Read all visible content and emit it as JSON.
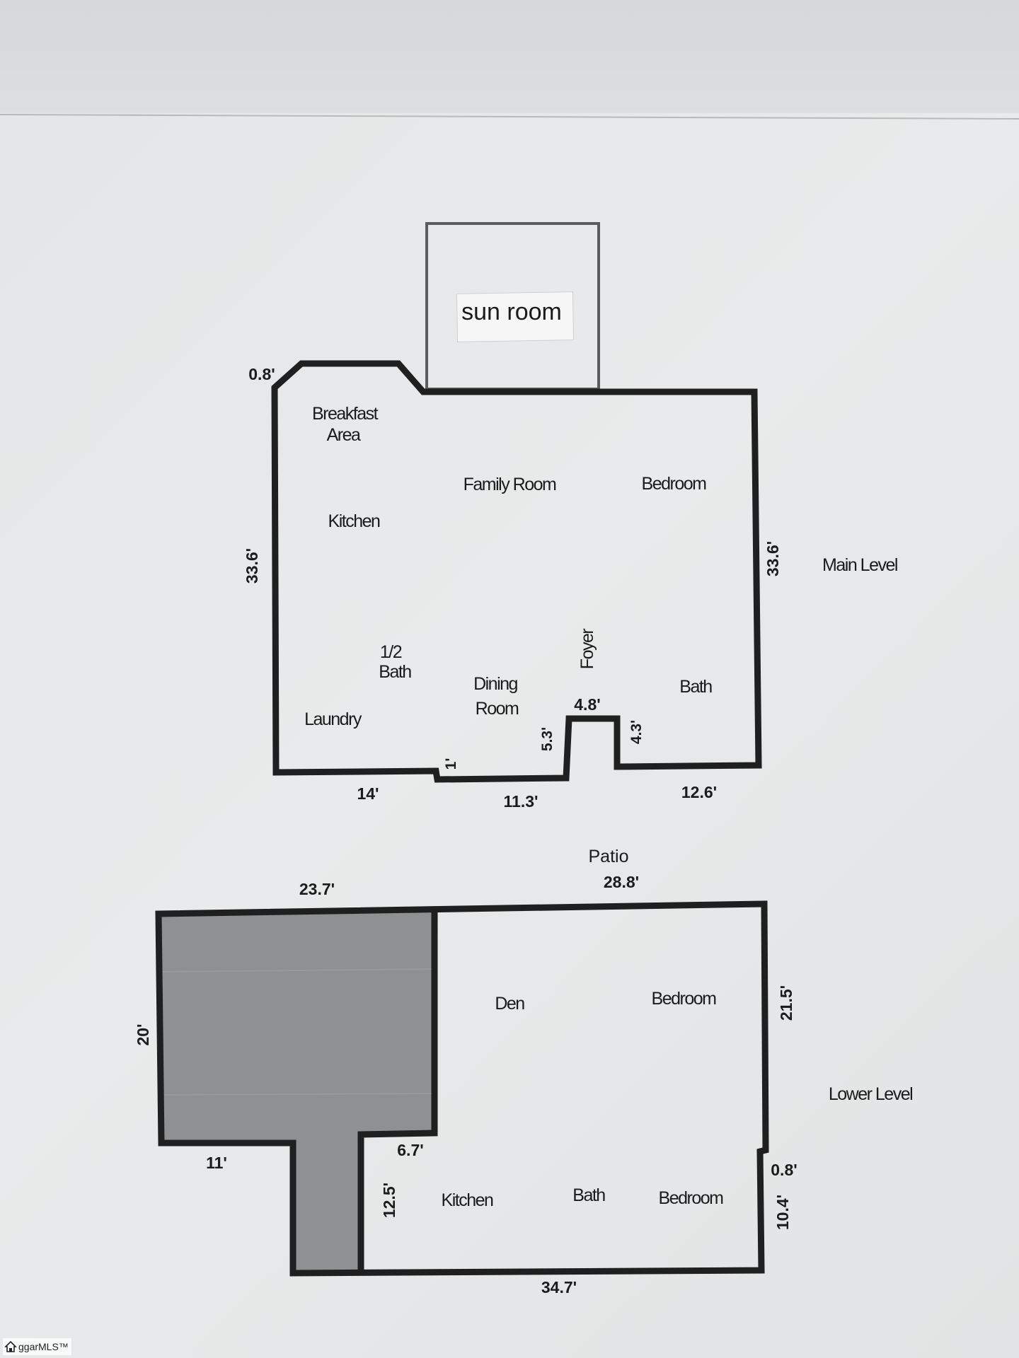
{
  "main_level": {
    "level_label": "Main Level",
    "sun_room_label": "sun room",
    "rooms": {
      "breakfast_line1": "Breakfast",
      "breakfast_line2": "Area",
      "family_room": "Family Room",
      "bedroom": "Bedroom",
      "kitchen": "Kitchen",
      "half_bath_line1": "1/2",
      "half_bath_line2": "Bath",
      "dining_line1": "Dining",
      "dining_line2": "Room",
      "foyer": "Foyer",
      "bath": "Bath",
      "laundry": "Laundry"
    },
    "dimensions": {
      "corner": "0.8'",
      "left": "33.6'",
      "right": "33.6'",
      "bottom_left": "14'",
      "step": "1'",
      "bottom_mid": "11.3'",
      "notch_left": "5.3'",
      "notch_top": "4.8'",
      "notch_right": "4.3'",
      "bottom_right": "12.6'"
    }
  },
  "patio_label": "Patio",
  "lower_level": {
    "level_label": "Lower Level",
    "rooms": {
      "den": "Den",
      "bedroom_upper": "Bedroom",
      "kitchen": "Kitchen",
      "bath": "Bath",
      "bedroom_lower": "Bedroom"
    },
    "dimensions": {
      "top_left": "23.7'",
      "top_right": "28.8'",
      "left": "20'",
      "right_upper": "21.5'",
      "step_left": "11'",
      "inner_step": "6.7'",
      "inner_left": "12.5'",
      "right_step": "0.8'",
      "right_lower": "10.4'",
      "bottom": "34.7'"
    }
  },
  "watermark": {
    "text": "ggarMLS™",
    "icon": "house-logo-icon"
  },
  "colors": {
    "wall": "#1f1f1f",
    "unfinished_fill": "#8e9091"
  }
}
